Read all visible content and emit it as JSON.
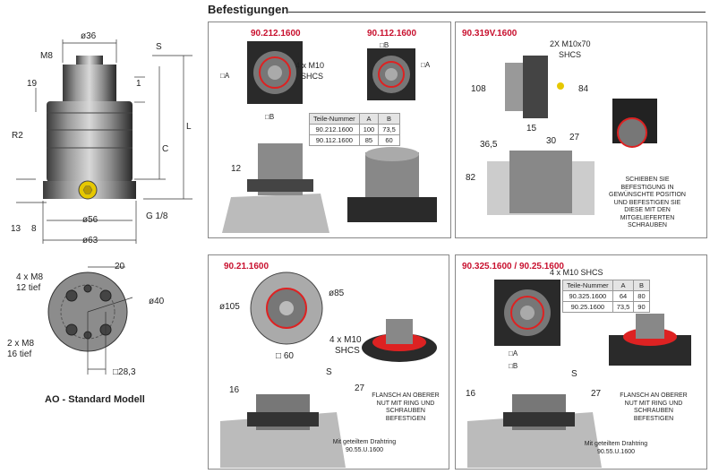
{
  "header": {
    "title": "Befestigungen"
  },
  "left_drawing": {
    "dims": {
      "d36": "ø36",
      "m8": "M8",
      "s": "S",
      "l": "L",
      "c": "C",
      "r2": "R2",
      "n19": "19",
      "n1": "1",
      "d56": "ø56",
      "g18": "G 1/8",
      "n13": "13",
      "n8": "8",
      "d63": "ø63"
    }
  },
  "bottom_view": {
    "dims": {
      "n20": "20",
      "holes_a": "4 x M8",
      "holes_a2": "12 tief",
      "d40": "ø40",
      "holes_b": "2 x M8",
      "holes_b2": "16 tief",
      "sq": "□28,3"
    },
    "caption": "AO - Standard Modell"
  },
  "panel1": {
    "part_a": "90.212.1600",
    "part_b": "90.112.1600",
    "bolts": "4 x M10",
    "bolts2": "SHCS",
    "dimA": "□A",
    "dimA2": "□A",
    "dimB": "□B",
    "dimB2": "□B",
    "dim12": "12",
    "table": {
      "headers": [
        "Teile-Nummer",
        "A",
        "B"
      ],
      "rows": [
        [
          "90.212.1600",
          "100",
          "73,5"
        ],
        [
          "90.112.1600",
          "85",
          "60"
        ]
      ]
    }
  },
  "panel2": {
    "part": "90.319V.1600",
    "bolts": "2X M10x70",
    "bolts2": "SHCS",
    "d108": "108",
    "d84": "84",
    "d15": "15",
    "d365": "36,5",
    "d30": "30",
    "d27": "27",
    "d82": "82",
    "note": "SCHIEBEN SIE BEFESTIGUNG IN GEWÜNSCHTE POSITION UND BEFESTIGEN SIE DIESE MIT DEN MITGELIEFERTEN SCHRAUBEN"
  },
  "panel3": {
    "part": "90.21.1600",
    "d85": "ø85",
    "d105": "ø105",
    "bolts": "4 x M10",
    "bolts2": "SHCS",
    "sq60": "□ 60",
    "s": "S",
    "d16": "16",
    "d27": "27",
    "note": "FLANSCH AN OBERER NUT MIT RING UND SCHRAUBEN BEFESTIGEN",
    "wire": "Mit geteiltem Drahtring 90.55.U.1600"
  },
  "panel4": {
    "part": "90.325.1600 / 90.25.1600",
    "bolts": "4 x M10 SHCS",
    "dimA": "□A",
    "dimB": "□B",
    "table": {
      "headers": [
        "Teile-Nummer",
        "A",
        "B"
      ],
      "rows": [
        [
          "90.325.1600",
          "64",
          "80"
        ],
        [
          "90.25.1600",
          "73,5",
          "90"
        ]
      ]
    },
    "s": "S",
    "d16": "16",
    "d27": "27",
    "note": "FLANSCH AN OBERER NUT MIT RING UND SCHRAUBEN BEFESTIGEN",
    "wire": "Mit geteiltem Drahtring 90.55.U.1600"
  }
}
